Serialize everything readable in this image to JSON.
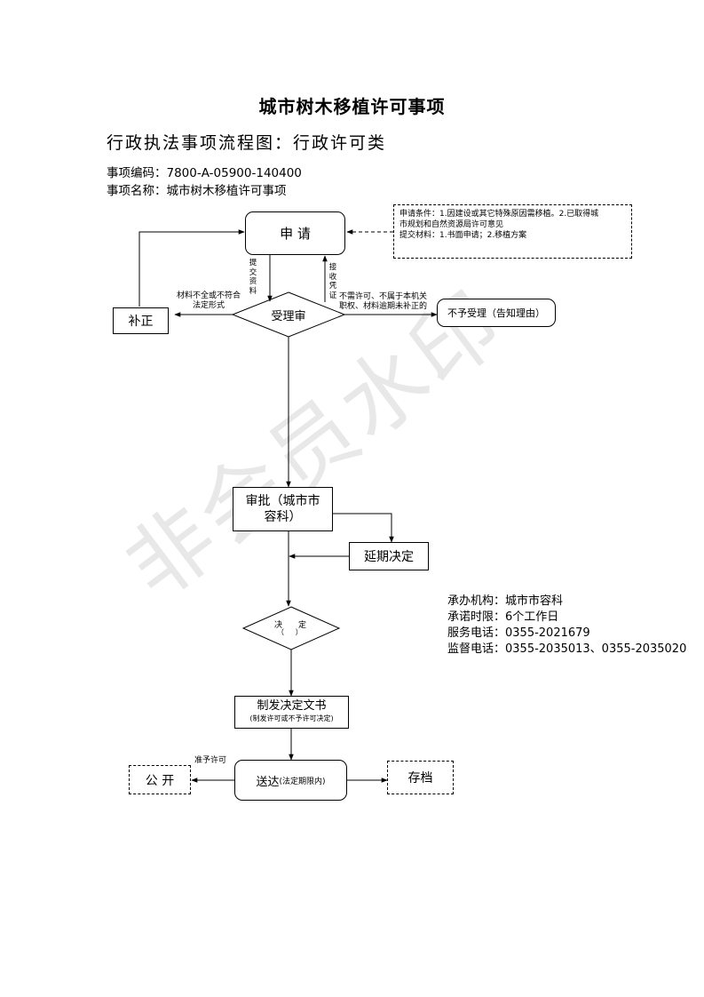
{
  "doc": {
    "title": "城市树木移植许可事项",
    "subtitle": "行政执法事项流程图：行政许可类",
    "code_line": "事项编码：7800-A-05900-140400",
    "name_line": "事项名称：城市树木移植许可事项"
  },
  "nodes": {
    "apply": "申 请",
    "accept_review": "受理审",
    "correction": "补正",
    "reject": "不予受理（告知理由）",
    "approval": "审批（城市市容科）",
    "extension": "延期决定",
    "decision_a": "决",
    "decision_b": "定",
    "decision_c": "（     ）",
    "issue": "制发决定文书",
    "issue_note": "(制发许可或不予许可决定)",
    "deliver": "送达",
    "deliver_note": "(法定期限内)",
    "publish": "公 开",
    "archive": "存档"
  },
  "conditions_box": {
    "line1": "申请条件：1.因建设或其它特殊原因需移植。2.已取得城",
    "line2": "市规划和自然资源局许可意见",
    "line3": "提交材料：1.书面申请；2.移植方案"
  },
  "edge_labels": {
    "submit": "提交资料",
    "receive": "接收凭证",
    "incomplete": "材料不全或不符合法定形式",
    "not_acceptable_1": "不需许可、不属于本机关",
    "not_acceptable_2": "职权、材料逾期未补正的",
    "grant": "准予许可"
  },
  "info": {
    "agency": "承办机构：城市市容科",
    "deadline": "承诺时限：6个工作日",
    "service_phone": "服务电话：0355-2021679",
    "supervise_phone": "监督电话：0355-2035013、0355-2035020"
  },
  "watermark": "非会员水印"
}
